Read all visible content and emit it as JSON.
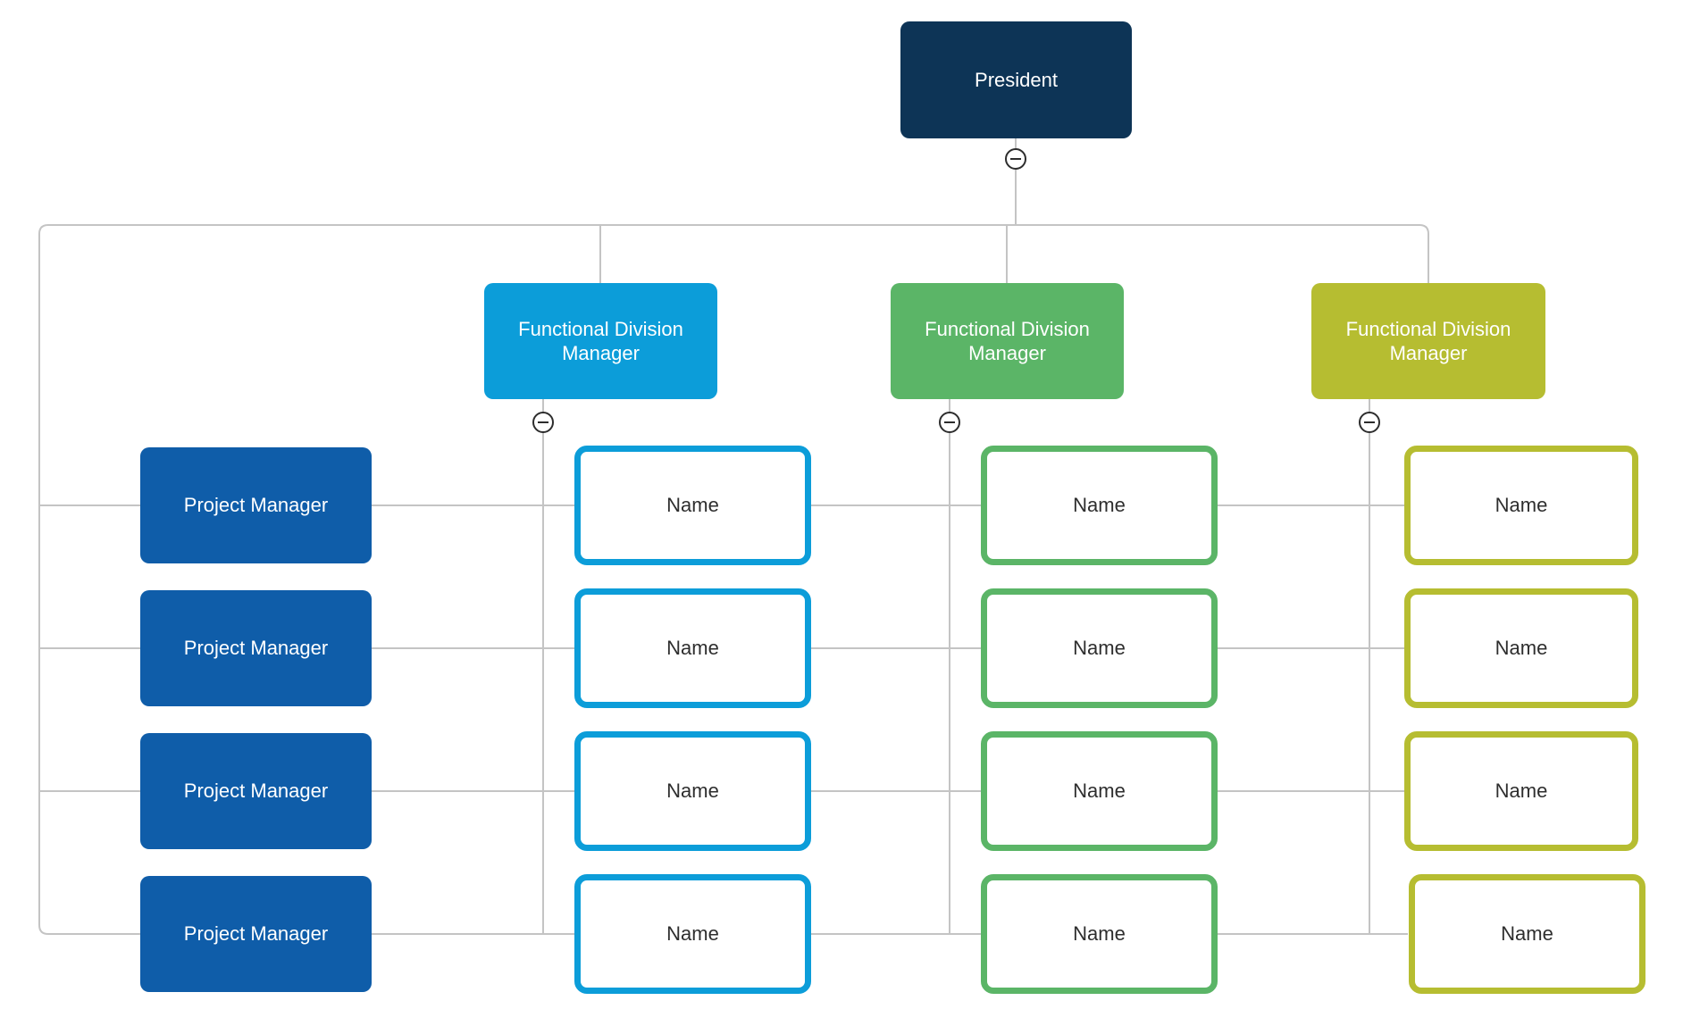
{
  "chart": {
    "president": {
      "label": "President",
      "color": "#0D3456"
    },
    "division_managers": [
      {
        "label": "Functional Division Manager",
        "color": "#0C9DD9"
      },
      {
        "label": "Functional Division Manager",
        "color": "#5BB567"
      },
      {
        "label": "Functional Division Manager",
        "color": "#B6BD31"
      }
    ],
    "project_managers": [
      {
        "label": "Project Manager"
      },
      {
        "label": "Project Manager"
      },
      {
        "label": "Project Manager"
      },
      {
        "label": "Project Manager"
      }
    ],
    "project_manager_color": "#0F5DA9",
    "matrix_cells": {
      "blue_column": [
        {
          "label": "Name"
        },
        {
          "label": "Name"
        },
        {
          "label": "Name"
        },
        {
          "label": "Name"
        }
      ],
      "green_column": [
        {
          "label": "Name"
        },
        {
          "label": "Name"
        },
        {
          "label": "Name"
        },
        {
          "label": "Name"
        }
      ],
      "yellow_column": [
        {
          "label": "Name"
        },
        {
          "label": "Name"
        },
        {
          "label": "Name"
        },
        {
          "label": "Name"
        }
      ]
    },
    "collapse_icon": "−",
    "connector_color": "#C4C4C4",
    "name_text_color": "#2E2E2E"
  }
}
